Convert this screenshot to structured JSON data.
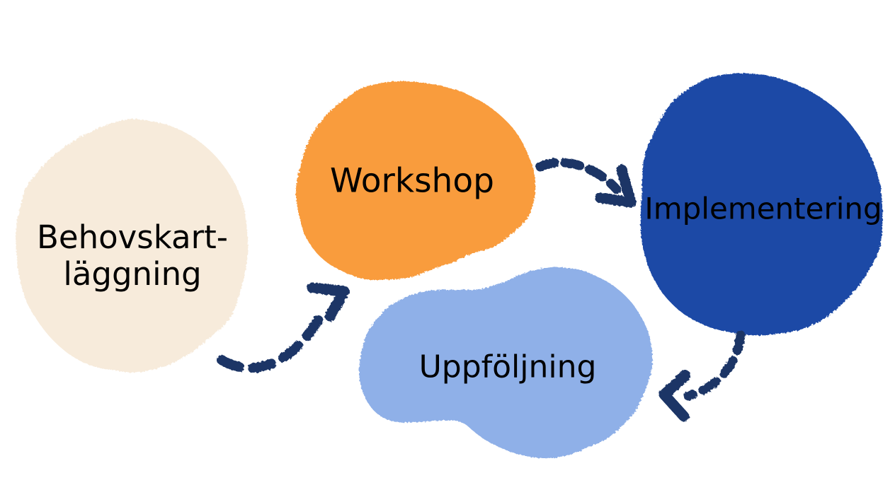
{
  "diagram": {
    "background_color": "#ffffff",
    "text_color": "#000000",
    "arrow_color": "#1b3566",
    "steps": [
      {
        "id": "behovskartlaggning",
        "lines": [
          "Behovskart-",
          "läggning"
        ],
        "fill": "#f7ebdb"
      },
      {
        "id": "workshop",
        "label": "Workshop",
        "fill": "#f99c3e"
      },
      {
        "id": "implementering",
        "label": "Implementering",
        "fill": "#1d4aa6"
      },
      {
        "id": "uppfoljning",
        "label": "Uppföljning",
        "fill": "#8fb0e8"
      }
    ],
    "arrows": [
      {
        "from": "behovskartlaggning",
        "to": "workshop"
      },
      {
        "from": "workshop",
        "to": "implementering"
      },
      {
        "from": "implementering",
        "to": "uppfoljning"
      }
    ]
  }
}
